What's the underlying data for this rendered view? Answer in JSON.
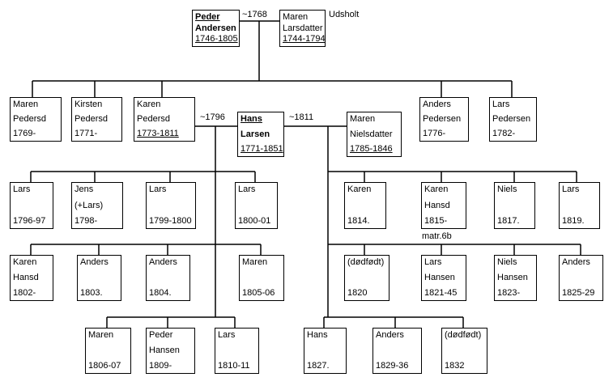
{
  "labels": {
    "marriage_1768": "~1768",
    "marriage_1796": "~1796",
    "marriage_1811": "~1811",
    "udsholt": "Udsholt",
    "matr_6b": "matr.6b"
  },
  "colors": {
    "line": "#000000",
    "box_border": "#000000",
    "background": "#ffffff",
    "text": "#000000"
  },
  "people": {
    "peder_andersen": {
      "l1": "Peder",
      "l2": "Andersen",
      "l3": "1746-1805"
    },
    "maren_larsdatter": {
      "l1": "Maren",
      "l2": "Larsdatter",
      "l3": "1744-1794"
    },
    "maren_pedersd": {
      "l1": "Maren",
      "l2": "Pedersd",
      "l3": "1769-"
    },
    "kirsten_pedersd": {
      "l1": "Kirsten",
      "l2": "Pedersd",
      "l3": "1771-"
    },
    "karen_pedersd": {
      "l1": "Karen",
      "l2": "Pedersd",
      "l3": "1773-1811"
    },
    "hans_larsen": {
      "l1": "Hans",
      "l2": "Larsen",
      "l3": "1771-1851"
    },
    "maren_nielsdatter": {
      "l1": "Maren",
      "l2": "Nielsdatter",
      "l3": "1785-1846"
    },
    "anders_pedersen": {
      "l1": "Anders",
      "l2": "Pedersen",
      "l3": "1776-"
    },
    "lars_pedersen": {
      "l1": "Lars",
      "l2": "Pedersen",
      "l3": "1782-"
    },
    "lars_1796": {
      "l1": "Lars",
      "l2": "",
      "l3": "1796-97"
    },
    "jens_1798": {
      "l1": "Jens",
      "l2": "(+Lars)",
      "l3": "1798-"
    },
    "lars_1799": {
      "l1": "Lars",
      "l2": "",
      "l3": "1799-1800"
    },
    "lars_1800": {
      "l1": "Lars",
      "l2": "",
      "l3": "1800-01"
    },
    "karen_hansd_1802": {
      "l1": "Karen",
      "l2": "Hansd",
      "l3": "1802-"
    },
    "anders_1803": {
      "l1": "Anders",
      "l2": "",
      "l3": "1803."
    },
    "anders_1804": {
      "l1": "Anders",
      "l2": "",
      "l3": "1804."
    },
    "maren_1805": {
      "l1": "Maren",
      "l2": "",
      "l3": "1805-06"
    },
    "maren_1806": {
      "l1": "Maren",
      "l2": "",
      "l3": "1806-07"
    },
    "peder_hansen_1809": {
      "l1": "Peder",
      "l2": "Hansen",
      "l3": "1809-"
    },
    "lars_1810": {
      "l1": "Lars",
      "l2": "",
      "l3": "1810-11"
    },
    "karen_1814": {
      "l1": "Karen",
      "l2": "",
      "l3": "1814."
    },
    "karen_hansd_1815": {
      "l1": "Karen",
      "l2": "Hansd",
      "l3": "1815-"
    },
    "niels_1817": {
      "l1": "Niels",
      "l2": "",
      "l3": "1817."
    },
    "lars_1819": {
      "l1": "Lars",
      "l2": "",
      "l3": "1819."
    },
    "dodfodt_1820": {
      "l1": "(dødfødt)",
      "l2": "",
      "l3": "1820"
    },
    "lars_hansen_1821": {
      "l1": "Lars",
      "l2": "Hansen",
      "l3": "1821-45"
    },
    "niels_hansen_1823": {
      "l1": "Niels",
      "l2": "Hansen",
      "l3": "1823-"
    },
    "anders_1825": {
      "l1": "Anders",
      "l2": "",
      "l3": "1825-29"
    },
    "hans_1827": {
      "l1": "Hans",
      "l2": "",
      "l3": "1827."
    },
    "anders_1829": {
      "l1": "Anders",
      "l2": "",
      "l3": "1829-36"
    },
    "dodfodt_1832": {
      "l1": "(dødfødt)",
      "l2": "",
      "l3": "1832"
    }
  }
}
